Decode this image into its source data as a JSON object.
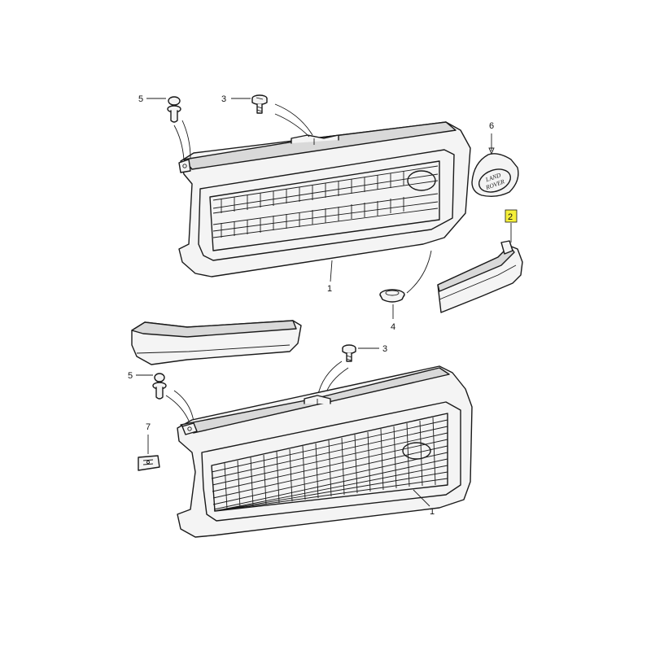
{
  "callouts": {
    "grille_upper": "1",
    "grille_lower": "1",
    "trim_highlighted": "2",
    "screw_upper": "3",
    "screw_lower": "3",
    "grommet": "4",
    "clip_upper": "5",
    "clip_lower": "5",
    "badge": "6",
    "bracket": "7"
  },
  "badge": {
    "line1": "LAND",
    "line2": "ROVER"
  },
  "highlight_color": "#f5ef3a",
  "line_color": "#1a1a1a"
}
